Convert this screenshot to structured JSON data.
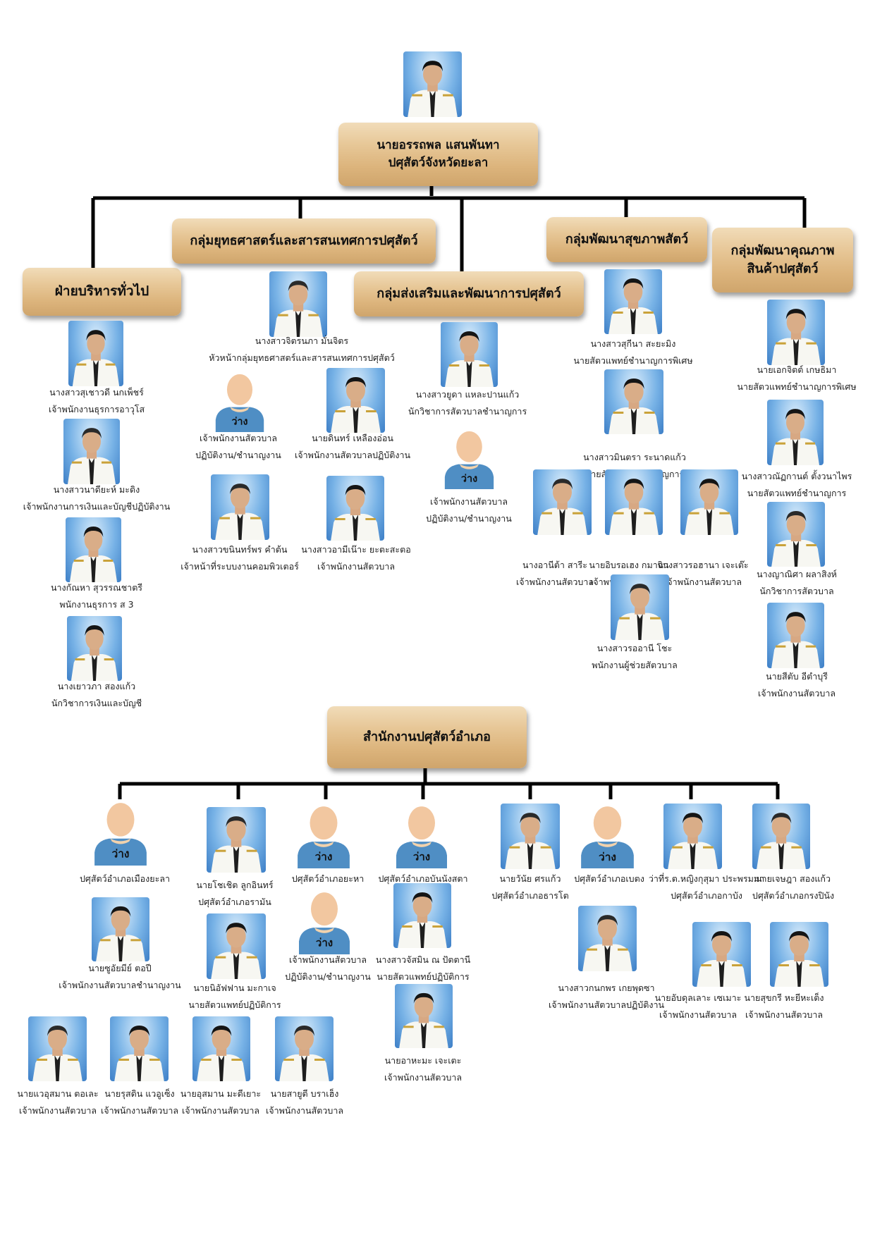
{
  "vacant_label": "ว่าง",
  "director": {
    "name": "นายอรรถพล  แสนพันทา",
    "title": "ปศุสัตว์จังหวัดยะลา"
  },
  "groups": {
    "admin": "ฝ่ายบริหารทั่วไป",
    "strategy": "กลุ่มยุทธศาสตร์และสารสนเทศการปศุสัตว์",
    "promotion": "กลุ่มส่งเสริมและพัฒนาการปศุสัตว์",
    "health": "กลุ่มพัฒนาสุขภาพสัตว์",
    "quality": "กลุ่มพัฒนาคุณภาพ\nสินค้าปศุสัตว์",
    "district": "สำนักงานปศุสัตว์อำเภอ"
  },
  "people": [
    {
      "name": "นางสาวสุเชาวดี  นกเพ็ชร์",
      "title": "เจ้าพนักงานธุรการอาวุโส"
    },
    {
      "name": "นางสาวนาดียะห์  มะดิง",
      "title": "เจ้าพนักงานการเงินและบัญชีปฏิบัติงาน"
    },
    {
      "name": "นางกัณหา  สุวรรณชาตรี",
      "title": "พนักงานธุรการ ส 3"
    },
    {
      "name": "นางเยาวภา  สองแก้ว",
      "title": "นักวิชาการเงินและบัญชี"
    },
    {
      "name": "นางสาวจิตรนภา  มั่นจิตร",
      "title": "หัวหน้ากลุ่มยุทธศาสตร์และสารสนเทศการปศุสัตว์"
    },
    {
      "name": "เจ้าพนักงานสัตวบาล",
      "title": "ปฏิบัติงาน/ชำนาญงาน"
    },
    {
      "name": "นายดินทร์  เหลืองอ่อน",
      "title": "เจ้าพนักงานสัตวบาลปฏิบัติงาน"
    },
    {
      "name": "นางสาวขนินทร์พร  คำต้น",
      "title": "เจ้าหน้าที่ระบบงานคอมพิวเตอร์"
    },
    {
      "name": "นางสาวอามีเน๊าะ  ยะตะสะตอ",
      "title": "เจ้าพนักงานสัตวบาล"
    },
    {
      "name": "นางสาวยูดา  แหละปานแก้ว",
      "title": "นักวิชาการสัตวบาลชำนาญการ"
    },
    {
      "name": "เจ้าพนักงานสัตวบาล",
      "title": "ปฏิบัติงาน/ชำนาญงาน"
    },
    {
      "name": "นางสาวสุกีนา  สะยะมิง",
      "title": "นายสัตวแพทย์ชำนาญการพิเศษ"
    },
    {
      "name": "นางสาวมินตรา  ระนาดแก้ว",
      "title": "นายสัตวแพทย์ชำนาญการ"
    },
    {
      "name": "นางอานีต้า  สารีะ",
      "title": "เจ้าพนักงานสัตวบาล"
    },
    {
      "name": "นายอิบรอเฮง  กมาจิน",
      "title": "เจ้าพนักงานสัตวบาล"
    },
    {
      "name": "นางสาวรอฮานา  เจะเต๊ะ",
      "title": "เจ้าพนักงานสัตวบาล"
    },
    {
      "name": "นางสาวรออานี  โชะ",
      "title": "พนักงานผู้ช่วยสัตวบาล"
    },
    {
      "name": "นายเอกจิตต์  เกษธิมา",
      "title": "นายสัตวแพทย์ชำนาญการพิเศษ"
    },
    {
      "name": "นางสาวณัฏกานต์  ตั้งวนาไพร",
      "title": "นายสัตวแพทย์ชำนาญการ"
    },
    {
      "name": "นางญาณิศา  ผลาสิงห์",
      "title": "นักวิชาการสัตวบาล"
    },
    {
      "name": "นายสีตับ  อีตำบุรี",
      "title": "เจ้าพนักงานสัตวบาล"
    },
    {
      "name": "ปศุสัตว์อำเภอเมืองยะลา",
      "title": ""
    },
    {
      "name": "นายโชเชิต  ลูกอินทร์",
      "title": "ปศุสัตว์อำเภอรามัน"
    },
    {
      "name": "ปศุสัตว์อำเภอยะหา",
      "title": ""
    },
    {
      "name": "ปศุสัตว์อำเภอบันนังสตา",
      "title": ""
    },
    {
      "name": "นายวันัย  ศรแก้ว",
      "title": "ปศุสัตว์อำเภอธารโต"
    },
    {
      "name": "ปศุสัตว์อำเภอเบตง",
      "title": ""
    },
    {
      "name": "ว่าที่ร.ต.หญิงกุสุมา  ประพรมมา",
      "title": "ปศุสัตว์อำเภอกาบัง"
    },
    {
      "name": "นายเจษฎา  สองแก้ว",
      "title": "ปศุสัตว์อำเภอกรงปินัง"
    },
    {
      "name": "นายซูอัยมีย์  ตอปี",
      "title": "เจ้าพนักงานสัตวบาลชำนาญงาน"
    },
    {
      "name": "นายนิอัฟฟาน  มะกาเจ",
      "title": "นายสัตวแพทย์ปฏิบัติการ"
    },
    {
      "name": "เจ้าพนักงานสัตวบาล",
      "title": "ปฏิบัติงาน/ชำนาญงาน"
    },
    {
      "name": "นางสาวจัสมิน  ณ ปัตตานี",
      "title": "นายสัตวแพทย์ปฏิบัติการ"
    },
    {
      "name": "นายอาหะมะ  เจะเตะ",
      "title": "เจ้าพนักงานสัตวบาล"
    },
    {
      "name": "นางสาวกนกพร  เกยพุดซา",
      "title": "เจ้าพนักงานสัตวบาลปฏิบัติงาน"
    },
    {
      "name": "นายอับดุลเลาะ  เซเมาะ",
      "title": "เจ้าพนักงานสัตวบาล"
    },
    {
      "name": "นายสุขกรี  หะยีหะเต็ง",
      "title": "เจ้าพนักงานสัตวบาล"
    },
    {
      "name": "นายแวอุสมาน  ตอเละ",
      "title": "เจ้าพนักงานสัตวบาล"
    },
    {
      "name": "นายรุสดิน  แวอูเซ็ง",
      "title": "เจ้าพนักงานสัตวบาล"
    },
    {
      "name": "นายอุสมาน  มะดีเยาะ",
      "title": "เจ้าพนักงานสัตวบาล"
    },
    {
      "name": "นายสายูตี  บราเฮ็ง",
      "title": "เจ้าพนักงานสัตวบาล"
    }
  ]
}
